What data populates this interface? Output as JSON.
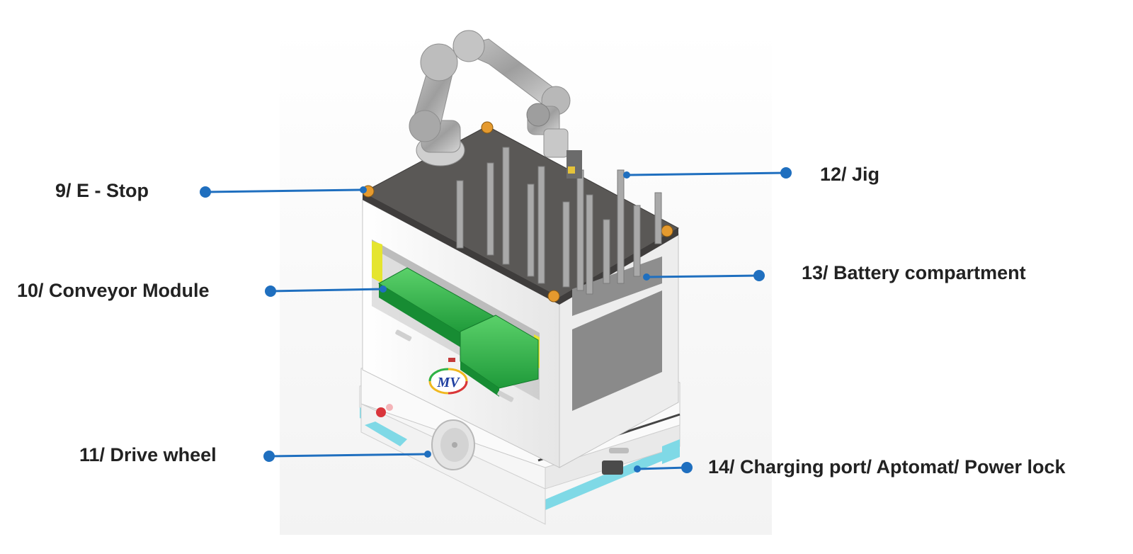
{
  "callouts": [
    {
      "id": "9",
      "text": "9/ E - Stop"
    },
    {
      "id": "10",
      "text": "10/ Conveyor Module"
    },
    {
      "id": "11",
      "text": "11/ Drive wheel"
    },
    {
      "id": "12",
      "text": "12/ Jig"
    },
    {
      "id": "13",
      "text": "13/ Battery compartment"
    },
    {
      "id": "14",
      "text": "14/ Charging port/ Aptomat/ Power lock"
    }
  ],
  "logo_text": "MV",
  "colors": {
    "leader_line": "#1f6fbf",
    "label_text": "#222222",
    "conveyor": "#2db34a",
    "accent_strip": "#7fd9e6",
    "body": "#f1f1f1",
    "top_plate": "#5a5856",
    "estop": "#e59a2e"
  }
}
